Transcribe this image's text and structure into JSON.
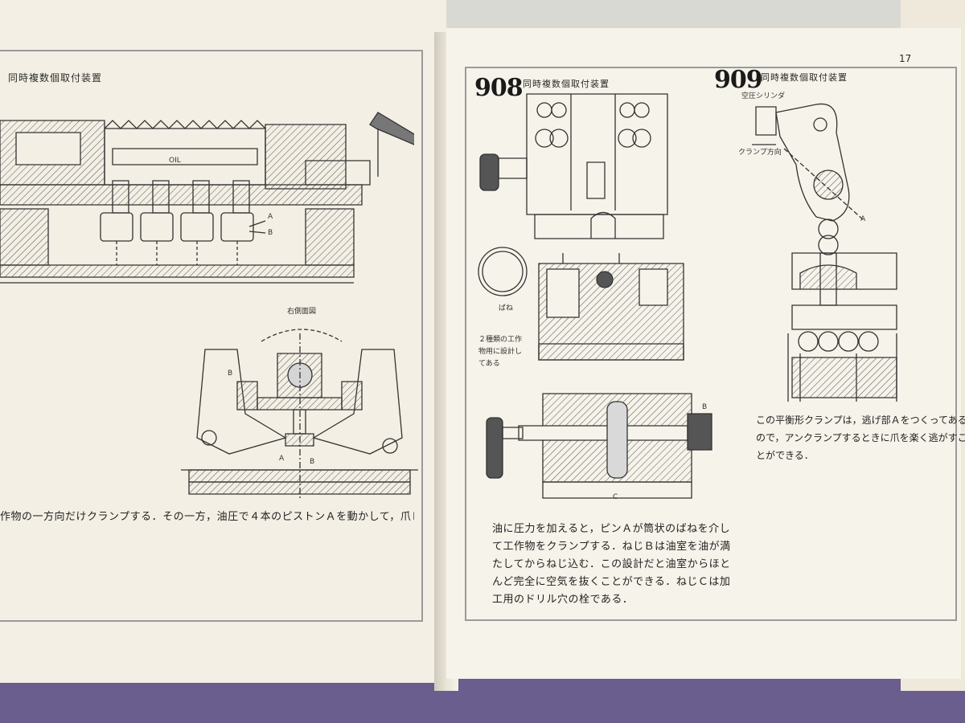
{
  "left_page": {
    "header": "同時複数個取付装置",
    "view_label": "右側面図",
    "oil_label": "OIL",
    "labels": {
      "a1": "A",
      "b1": "B",
      "b2": "B",
      "a2": "A",
      "b3": "B"
    },
    "caption": "作物の一方向だけクランプする．その一方，油圧で４本のピストンＡを動かして，爪Ｂ"
  },
  "right_page": {
    "page_number": "17",
    "fig908": {
      "number": "908",
      "title": "同時複数個取付装置",
      "spring_label": "ばね",
      "note_lines": [
        "２種類の工作",
        "物用に設計し",
        "てある"
      ],
      "label_b": "B",
      "label_c": "C",
      "caption_lines": [
        "油に圧力を加えると，ピンＡが筒状のばねを介し",
        "て工作物をクランプする．ねじＢは油室を油が満",
        "たしてからねじ込む．この設計だと油室からほと",
        "んど完全に空気を抜くことができる．ねじＣは加",
        "工用のドリル穴の栓である．"
      ]
    },
    "fig909": {
      "number": "909",
      "title": "同時複数個取付装置",
      "cylinder_label": "空圧シリンダ",
      "direction_label": "クランプ方向",
      "label_a": "A",
      "caption_lines": [
        "この平衡形クランプは，逃げ部Ａをつくってある",
        "ので，アンクランプするときに爪を楽く逃がすこ",
        "とができる．"
      ]
    }
  }
}
